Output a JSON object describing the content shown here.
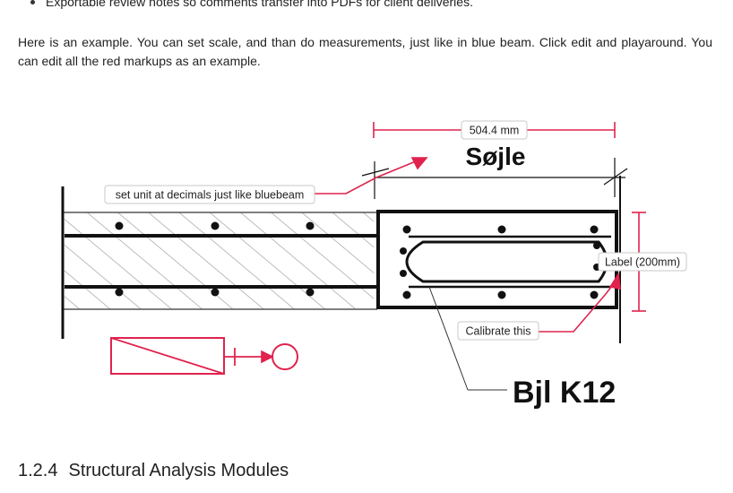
{
  "top_bullet": "Exportable review notes so comments transfer into PDFs for client deliveries.",
  "intro_paragraph": "Here is an example. You can set scale, and than do measurements, just like in blue beam. Click edit and playaround. You can edit all the red markups as an example.",
  "figure": {
    "measurement_label": "504.4 mm",
    "column_title": "Søjle",
    "beam_title": "Bjl K12",
    "callouts": {
      "unit_note": "set unit at decimals just like bluebeam",
      "label": "Label (200mm)",
      "calibrate": "Calibrate this"
    },
    "colors": {
      "markup_red": "#e0234e",
      "drawing_black": "#111111",
      "hatch_gray": "#9a9a9a",
      "callout_border": "#c8c8c8"
    }
  },
  "section": {
    "number": "1.2.4",
    "title": "Structural Analysis Modules"
  }
}
